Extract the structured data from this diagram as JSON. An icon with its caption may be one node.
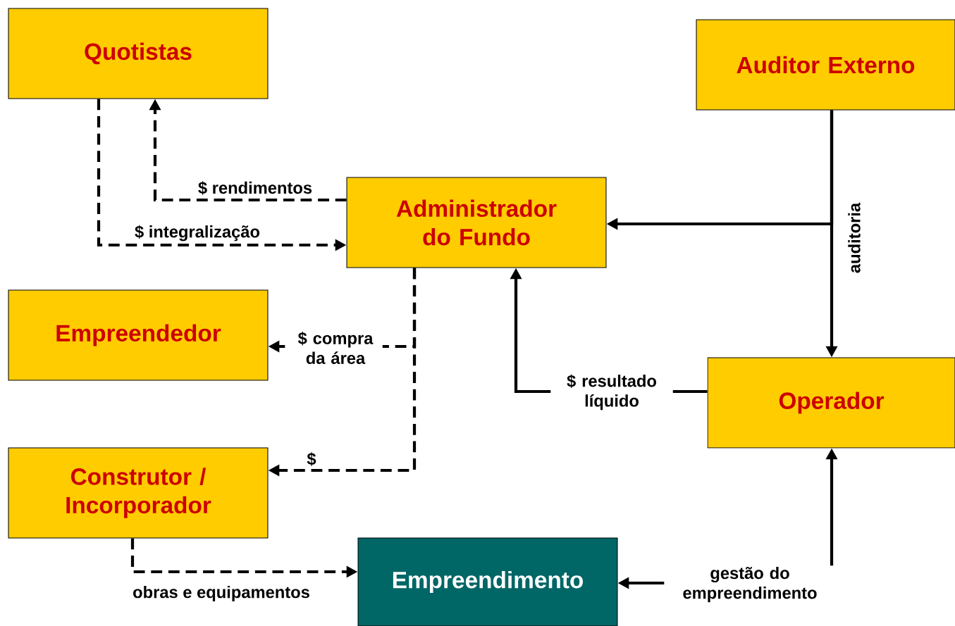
{
  "diagram": {
    "nodes": [
      {
        "text": [
          "Quotistas"
        ]
      },
      {
        "text": [
          "Auditor Externo"
        ]
      },
      {
        "text": [
          "Administrador do Fundo"
        ]
      },
      {
        "text": [
          "Empreendedor"
        ]
      },
      {
        "text": [
          "Operador"
        ]
      },
      {
        "text": [
          "Construtor / Incorporador"
        ]
      },
      {
        "text": [
          "Empreendimento"
        ]
      }
    ],
    "edges": [
      {
        "from": 2,
        "to": 0,
        "arrow": "to",
        "style": "dashed",
        "label": "$ rendimentos"
      },
      {
        "from": 0,
        "to": 2,
        "arrow": "to",
        "style": "dashed",
        "label": "$ integralização"
      },
      {
        "from": 1,
        "to": 2,
        "arrow": "to"
      },
      {
        "from": 1,
        "to": 4,
        "arrow": "to",
        "label": "auditoria"
      },
      {
        "from": 2,
        "to": 3,
        "arrow": "to",
        "style": "dashed",
        "label": "$ compra da área"
      },
      {
        "from": 2,
        "to": 5,
        "arrow": "to",
        "style": "dashed",
        "label": "$"
      },
      {
        "from": 4,
        "to": 2,
        "arrow": "to",
        "label": "$ resultado líquido"
      },
      {
        "from": 5,
        "to": 6,
        "arrow": "to",
        "style": "dashed",
        "label": "obras e equipamentos"
      },
      {
        "from": 4,
        "to": 6,
        "arrow": "both",
        "label": "gestão do empreendimento"
      }
    ]
  }
}
